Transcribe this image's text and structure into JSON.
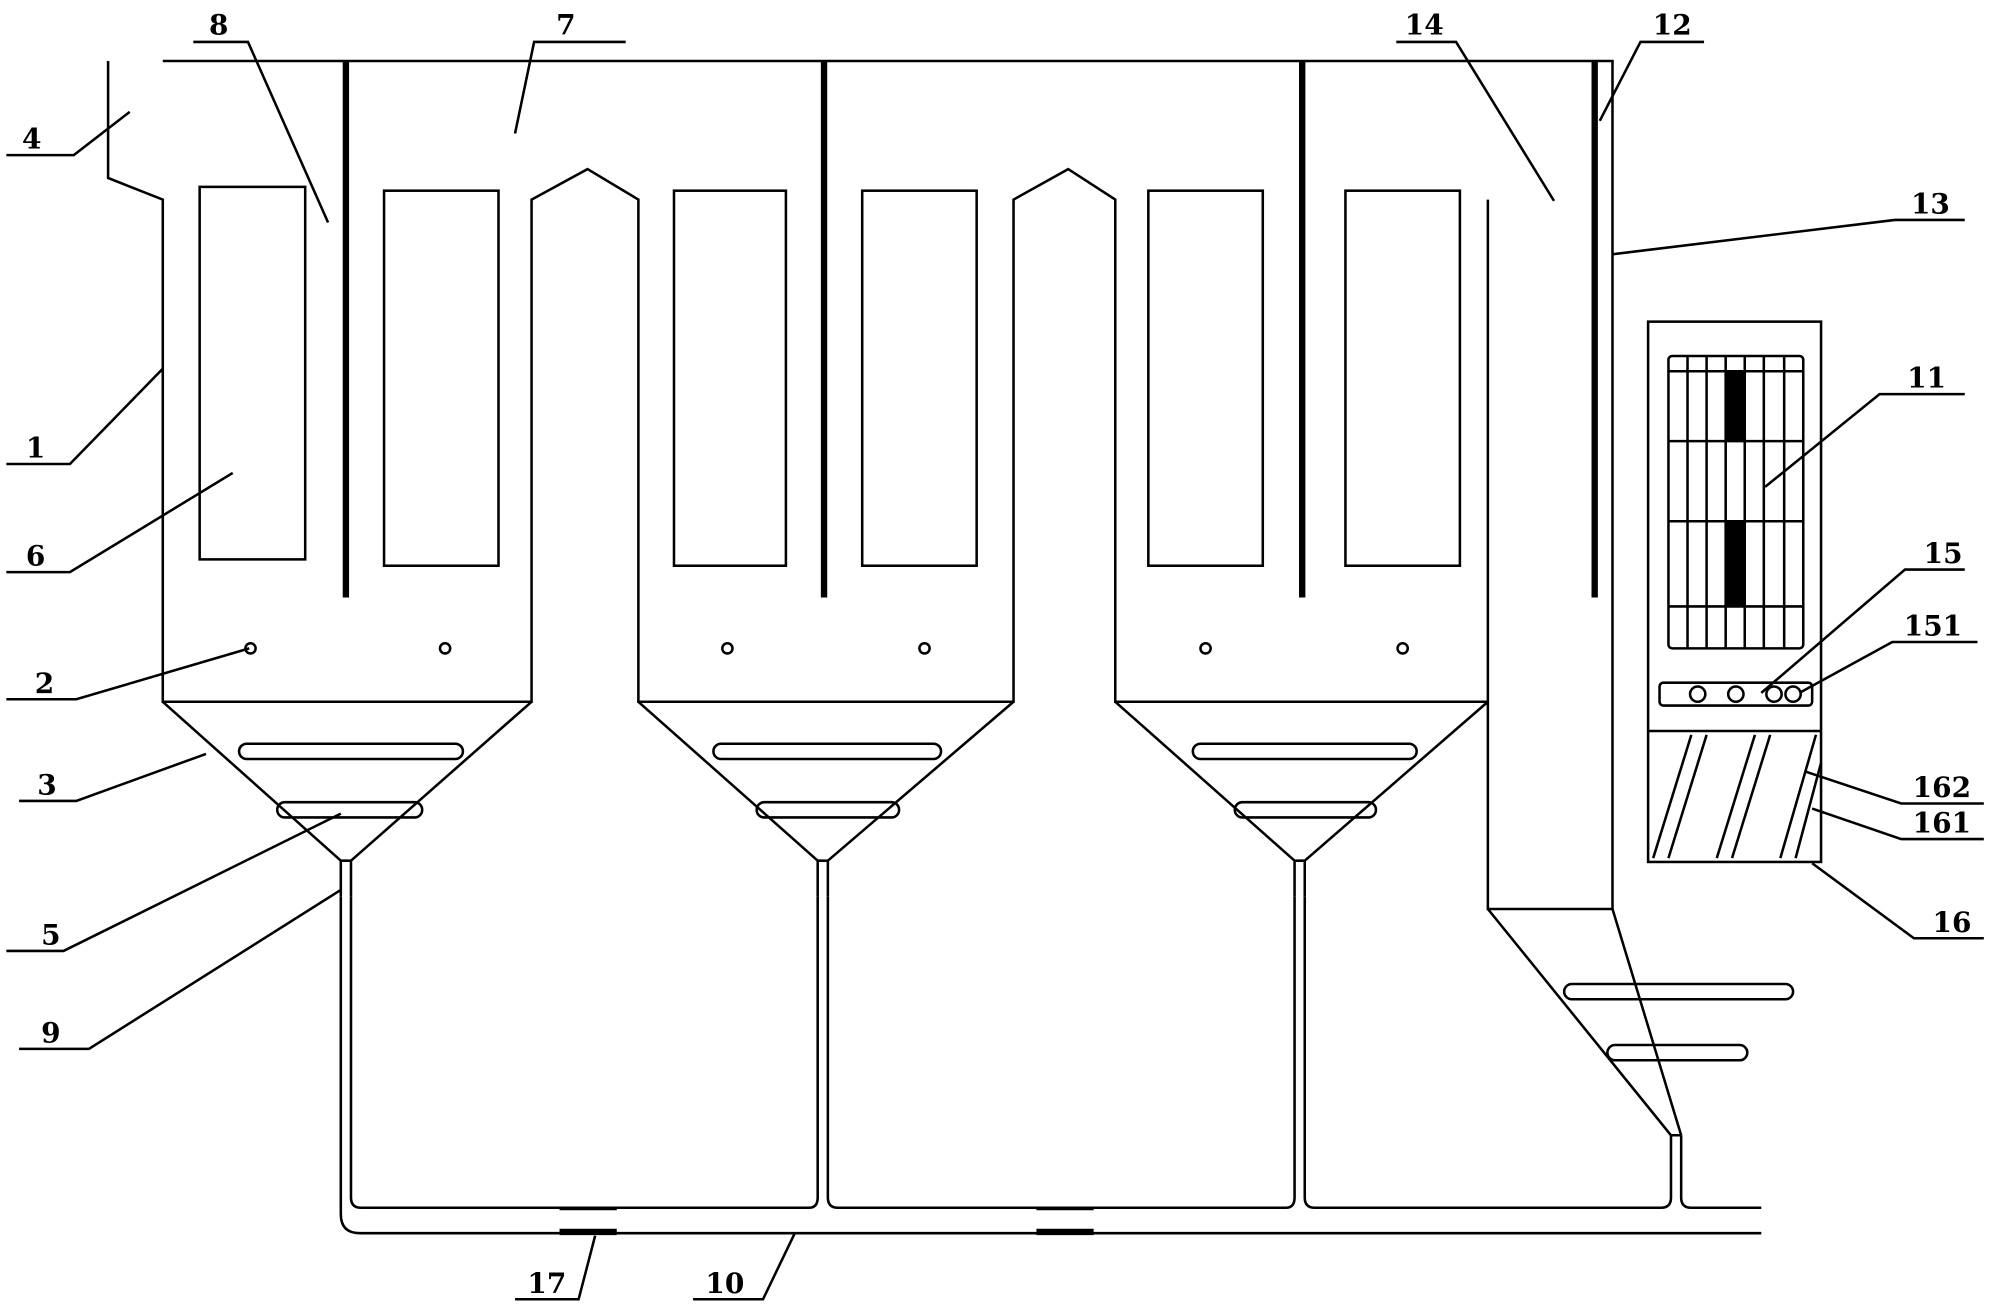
{
  "figure": {
    "labels": {
      "l1": "1",
      "l2": "2",
      "l3": "3",
      "l4": "4",
      "l5": "5",
      "l6": "6",
      "l7": "7",
      "l8": "8",
      "l9": "9",
      "l10": "10",
      "l11": "11",
      "l12": "12",
      "l13": "13",
      "l14": "14",
      "l15": "15",
      "l151": "151",
      "l16": "16",
      "l161": "161",
      "l162": "162",
      "l17": "17"
    },
    "colors": {
      "line": "#000000",
      "background": "#ffffff"
    }
  }
}
